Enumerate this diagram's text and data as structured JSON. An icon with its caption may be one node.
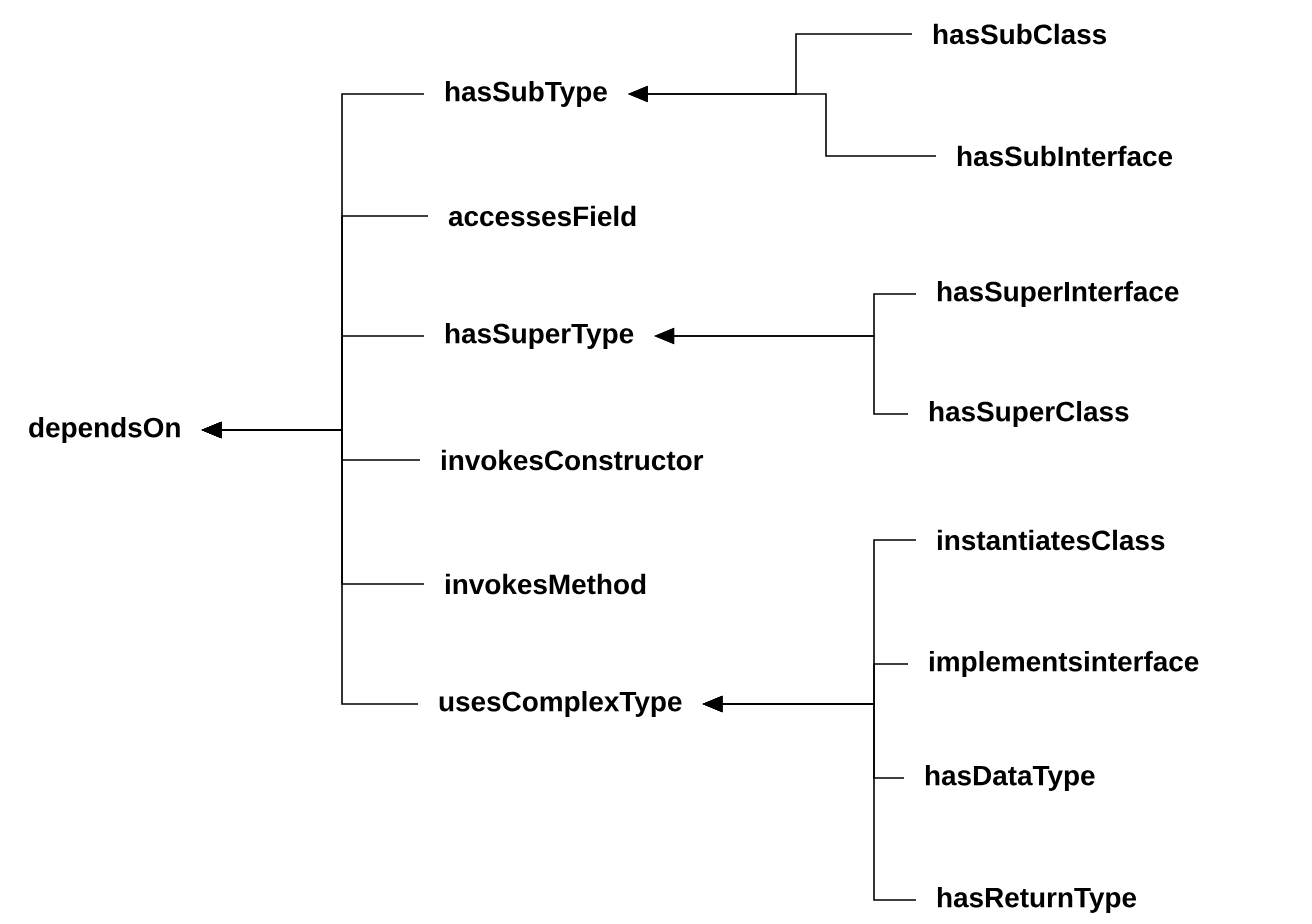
{
  "diagram": {
    "nodes": [
      {
        "text": [
          "dependsOn"
        ]
      },
      {
        "text": [
          "hasSubType"
        ]
      },
      {
        "text": [
          "accessesField"
        ]
      },
      {
        "text": [
          "hasSuperType"
        ]
      },
      {
        "text": [
          "invokesConstructor"
        ]
      },
      {
        "text": [
          "invokesMethod"
        ]
      },
      {
        "text": [
          "usesComplexType"
        ]
      },
      {
        "text": [
          "hasSubClass"
        ]
      },
      {
        "text": [
          "hasSubInterface"
        ]
      },
      {
        "text": [
          "hasSuperInterface"
        ]
      },
      {
        "text": [
          "hasSuperClass"
        ]
      },
      {
        "text": [
          "instantiatesClass"
        ]
      },
      {
        "text": [
          "implementsinterface"
        ]
      },
      {
        "text": [
          "hasDataType"
        ]
      },
      {
        "text": [
          "hasReturnType"
        ]
      }
    ],
    "edges": [
      {
        "from": 1,
        "to": 0,
        "arrow": "to"
      },
      {
        "from": 2,
        "to": 0,
        "arrow": "to"
      },
      {
        "from": 3,
        "to": 0,
        "arrow": "to"
      },
      {
        "from": 4,
        "to": 0,
        "arrow": "to"
      },
      {
        "from": 5,
        "to": 0,
        "arrow": "to"
      },
      {
        "from": 6,
        "to": 0,
        "arrow": "to"
      },
      {
        "from": 7,
        "to": 1,
        "arrow": "to"
      },
      {
        "from": 8,
        "to": 1,
        "arrow": "to"
      },
      {
        "from": 9,
        "to": 3,
        "arrow": "to"
      },
      {
        "from": 10,
        "to": 3,
        "arrow": "to"
      },
      {
        "from": 11,
        "to": 6,
        "arrow": "to"
      },
      {
        "from": 12,
        "to": 6,
        "arrow": "to"
      },
      {
        "from": 13,
        "to": 6,
        "arrow": "to"
      },
      {
        "from": 14,
        "to": 6,
        "arrow": "to"
      }
    ]
  }
}
